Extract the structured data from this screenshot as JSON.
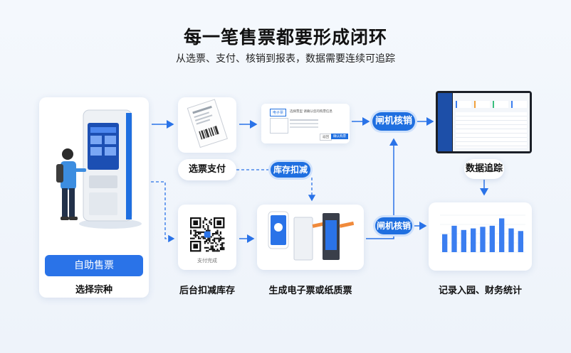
{
  "header": {
    "title": "每一笔售票都要形成闭环",
    "subtitle": "从选票、支付、核销到报表，数据需要连续可追踪"
  },
  "kiosk": {
    "button_label": "自助售票",
    "caption": "选择宗种",
    "screen_title": "自助售票/取票机"
  },
  "receipt": {
    "title": "购票凭证",
    "caption": "选票支付"
  },
  "eticket": {
    "title": "电子票",
    "info": "选择票型 请确认您的购票信息",
    "btn_left": "返回",
    "btn_right": "确认购票"
  },
  "qr": {
    "text": "支付完成",
    "caption": "后台扣减库存"
  },
  "device": {
    "caption": "生成电子票或纸质票"
  },
  "tags": {
    "inventory": "库存扣减",
    "verify_top": "闸机核销",
    "verify_bottom": "闸机核销"
  },
  "dashboard": {
    "caption": "数据追踪"
  },
  "report": {
    "caption": "记录入园、财务统计"
  },
  "colors": {
    "accent": "#1f6fe0",
    "arrow": "#2a73e8"
  },
  "chart_data": {
    "type": "bar",
    "values": [
      34,
      50,
      42,
      45,
      48,
      50,
      64,
      45,
      40
    ],
    "ylim": [
      0,
      70
    ],
    "color": "#3b7ef0"
  }
}
